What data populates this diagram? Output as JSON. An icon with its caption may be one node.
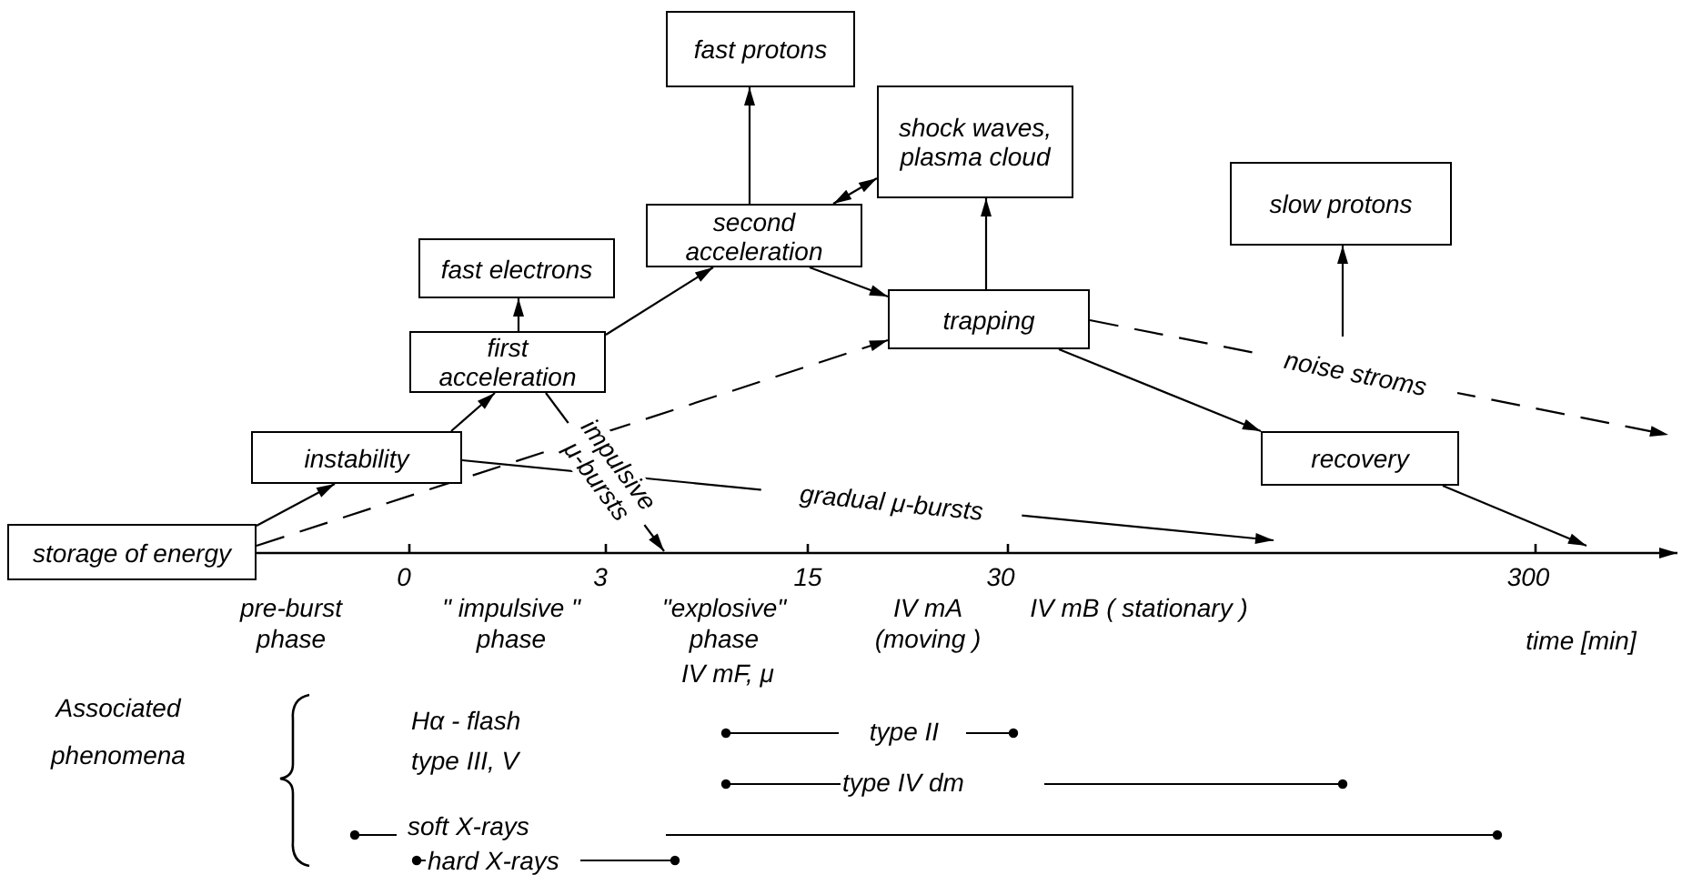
{
  "diagram": {
    "nodes": [
      {
        "text": [
          "storage of energy"
        ]
      },
      {
        "text": [
          "instability"
        ]
      },
      {
        "text": [
          "first acceleration"
        ]
      },
      {
        "text": [
          "fast electrons"
        ]
      },
      {
        "text": [
          "second acceleration"
        ]
      },
      {
        "text": [
          "fast protons"
        ]
      },
      {
        "text": [
          "shock waves, plasma cloud"
        ]
      },
      {
        "text": [
          "trapping"
        ]
      },
      {
        "text": [
          "slow protons"
        ]
      },
      {
        "text": [
          "recovery"
        ]
      }
    ],
    "edges": [
      {
        "from": 0,
        "to": 1,
        "arrow": "to"
      },
      {
        "from": 0,
        "to": 7,
        "arrow": "to",
        "style": "dashed"
      },
      {
        "from": 1,
        "to": 2,
        "arrow": "to"
      },
      {
        "from": 2,
        "to": 3,
        "arrow": "to"
      },
      {
        "from": 2,
        "to": 4,
        "arrow": "to"
      },
      {
        "from": 2,
        "to": null,
        "arrow": "to",
        "label": "impulsive μ-bursts"
      },
      {
        "from": 1,
        "to": null,
        "arrow": "to",
        "label": "gradual μ-bursts"
      },
      {
        "from": 4,
        "to": 5,
        "arrow": "to"
      },
      {
        "from": 4,
        "to": 6,
        "arrow": "both"
      },
      {
        "from": 4,
        "to": 7,
        "arrow": "to"
      },
      {
        "from": 7,
        "to": 6,
        "arrow": "to"
      },
      {
        "from": 7,
        "to": 9,
        "arrow": "to"
      },
      {
        "from": 7,
        "to": null,
        "arrow": "to",
        "style": "dashed",
        "label": "noise stroms"
      },
      {
        "from": null,
        "to": 8,
        "arrow": "to"
      },
      {
        "from": 9,
        "to": null,
        "arrow": "to"
      }
    ],
    "labels": [
      "0",
      "3",
      "15",
      "30",
      "300",
      "pre-burst phase",
      "\" impulsive \" phase",
      "\"explosive\" phase",
      "IV mF, μ",
      "IV mA (moving )",
      "IV mB ( stationary )",
      "time [min]",
      "Associated phenomena",
      "Hα - flash",
      "type III, V",
      "type II",
      "type IV dm",
      "soft X-rays",
      "hard X-rays"
    ]
  }
}
